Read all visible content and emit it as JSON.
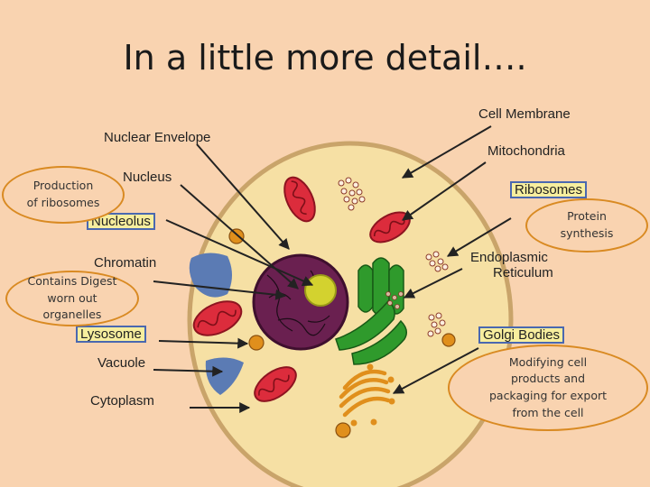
{
  "title": "In a little more detail….",
  "labels": {
    "cell_membrane": "Cell Membrane",
    "nuclear_envelope": "Nuclear Envelope",
    "mitochondria": "Mitochondria",
    "nucleus": "Nucleus",
    "ribosomes": "Ribosomes",
    "nucleolus": "Nucleolus",
    "chromatin": "Chromatin",
    "endoplasmic_line1": "Endoplasmic",
    "endoplasmic_line2": "Reticulum",
    "lysosome": "Lysosome",
    "golgi": "Golgi Bodies",
    "vacuole": "Vacuole",
    "cytoplasm": "Cytoplasm"
  },
  "callouts": {
    "nucleolus": "Production\nof ribosomes",
    "ribosomes": "Protein\nsynthesis",
    "lysosome": "Contains Digest\nworn out\norganelles",
    "golgi": "Modifying cell\nproducts and\npackaging for export\nfrom the cell"
  },
  "colors": {
    "background": "#f9d3b0",
    "cytoplasm": "#f6e0a4",
    "membrane": "#c9a46a",
    "nucleus": "#6a2050",
    "nucleolus": "#d3d22f",
    "mitochondria": "#dc2c3c",
    "er": "#2f9a2c",
    "golgi": "#e08f1c",
    "vacuole": "#5b7bb4",
    "lysosome": "#e08f1c",
    "callout_border": "#d98a22",
    "label_highlight": "#f7ee9e",
    "label_highlight_border": "#4a68b0"
  }
}
